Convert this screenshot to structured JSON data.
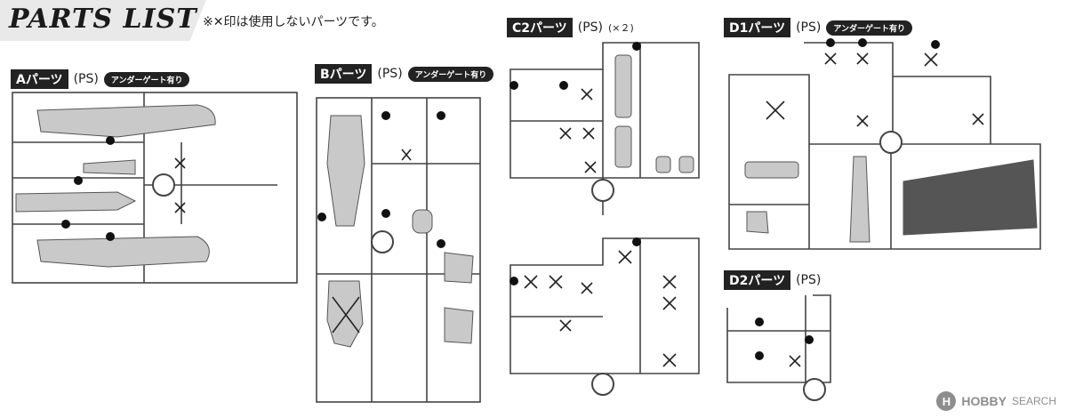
{
  "header": {
    "title": "PARTS LIST",
    "note": "※✕印は使用しないパーツです。"
  },
  "sprues": {
    "a": {
      "label": "Aパーツ",
      "material": "(PS)",
      "badge": "アンダーゲート有り"
    },
    "b": {
      "label": "Bパーツ",
      "material": "(PS)",
      "badge": "アンダーゲート有り"
    },
    "c2": {
      "label": "C2パーツ",
      "material": "(PS)",
      "quantity": "(×２)"
    },
    "d1": {
      "label": "D1パーツ",
      "material": "(PS)",
      "badge": "アンダーゲート有り"
    },
    "d2": {
      "label": "D2パーツ",
      "material": "(PS)"
    }
  },
  "watermark": {
    "brand": "HOBBY",
    "suffix": "SEARCH",
    "icon": "H"
  }
}
